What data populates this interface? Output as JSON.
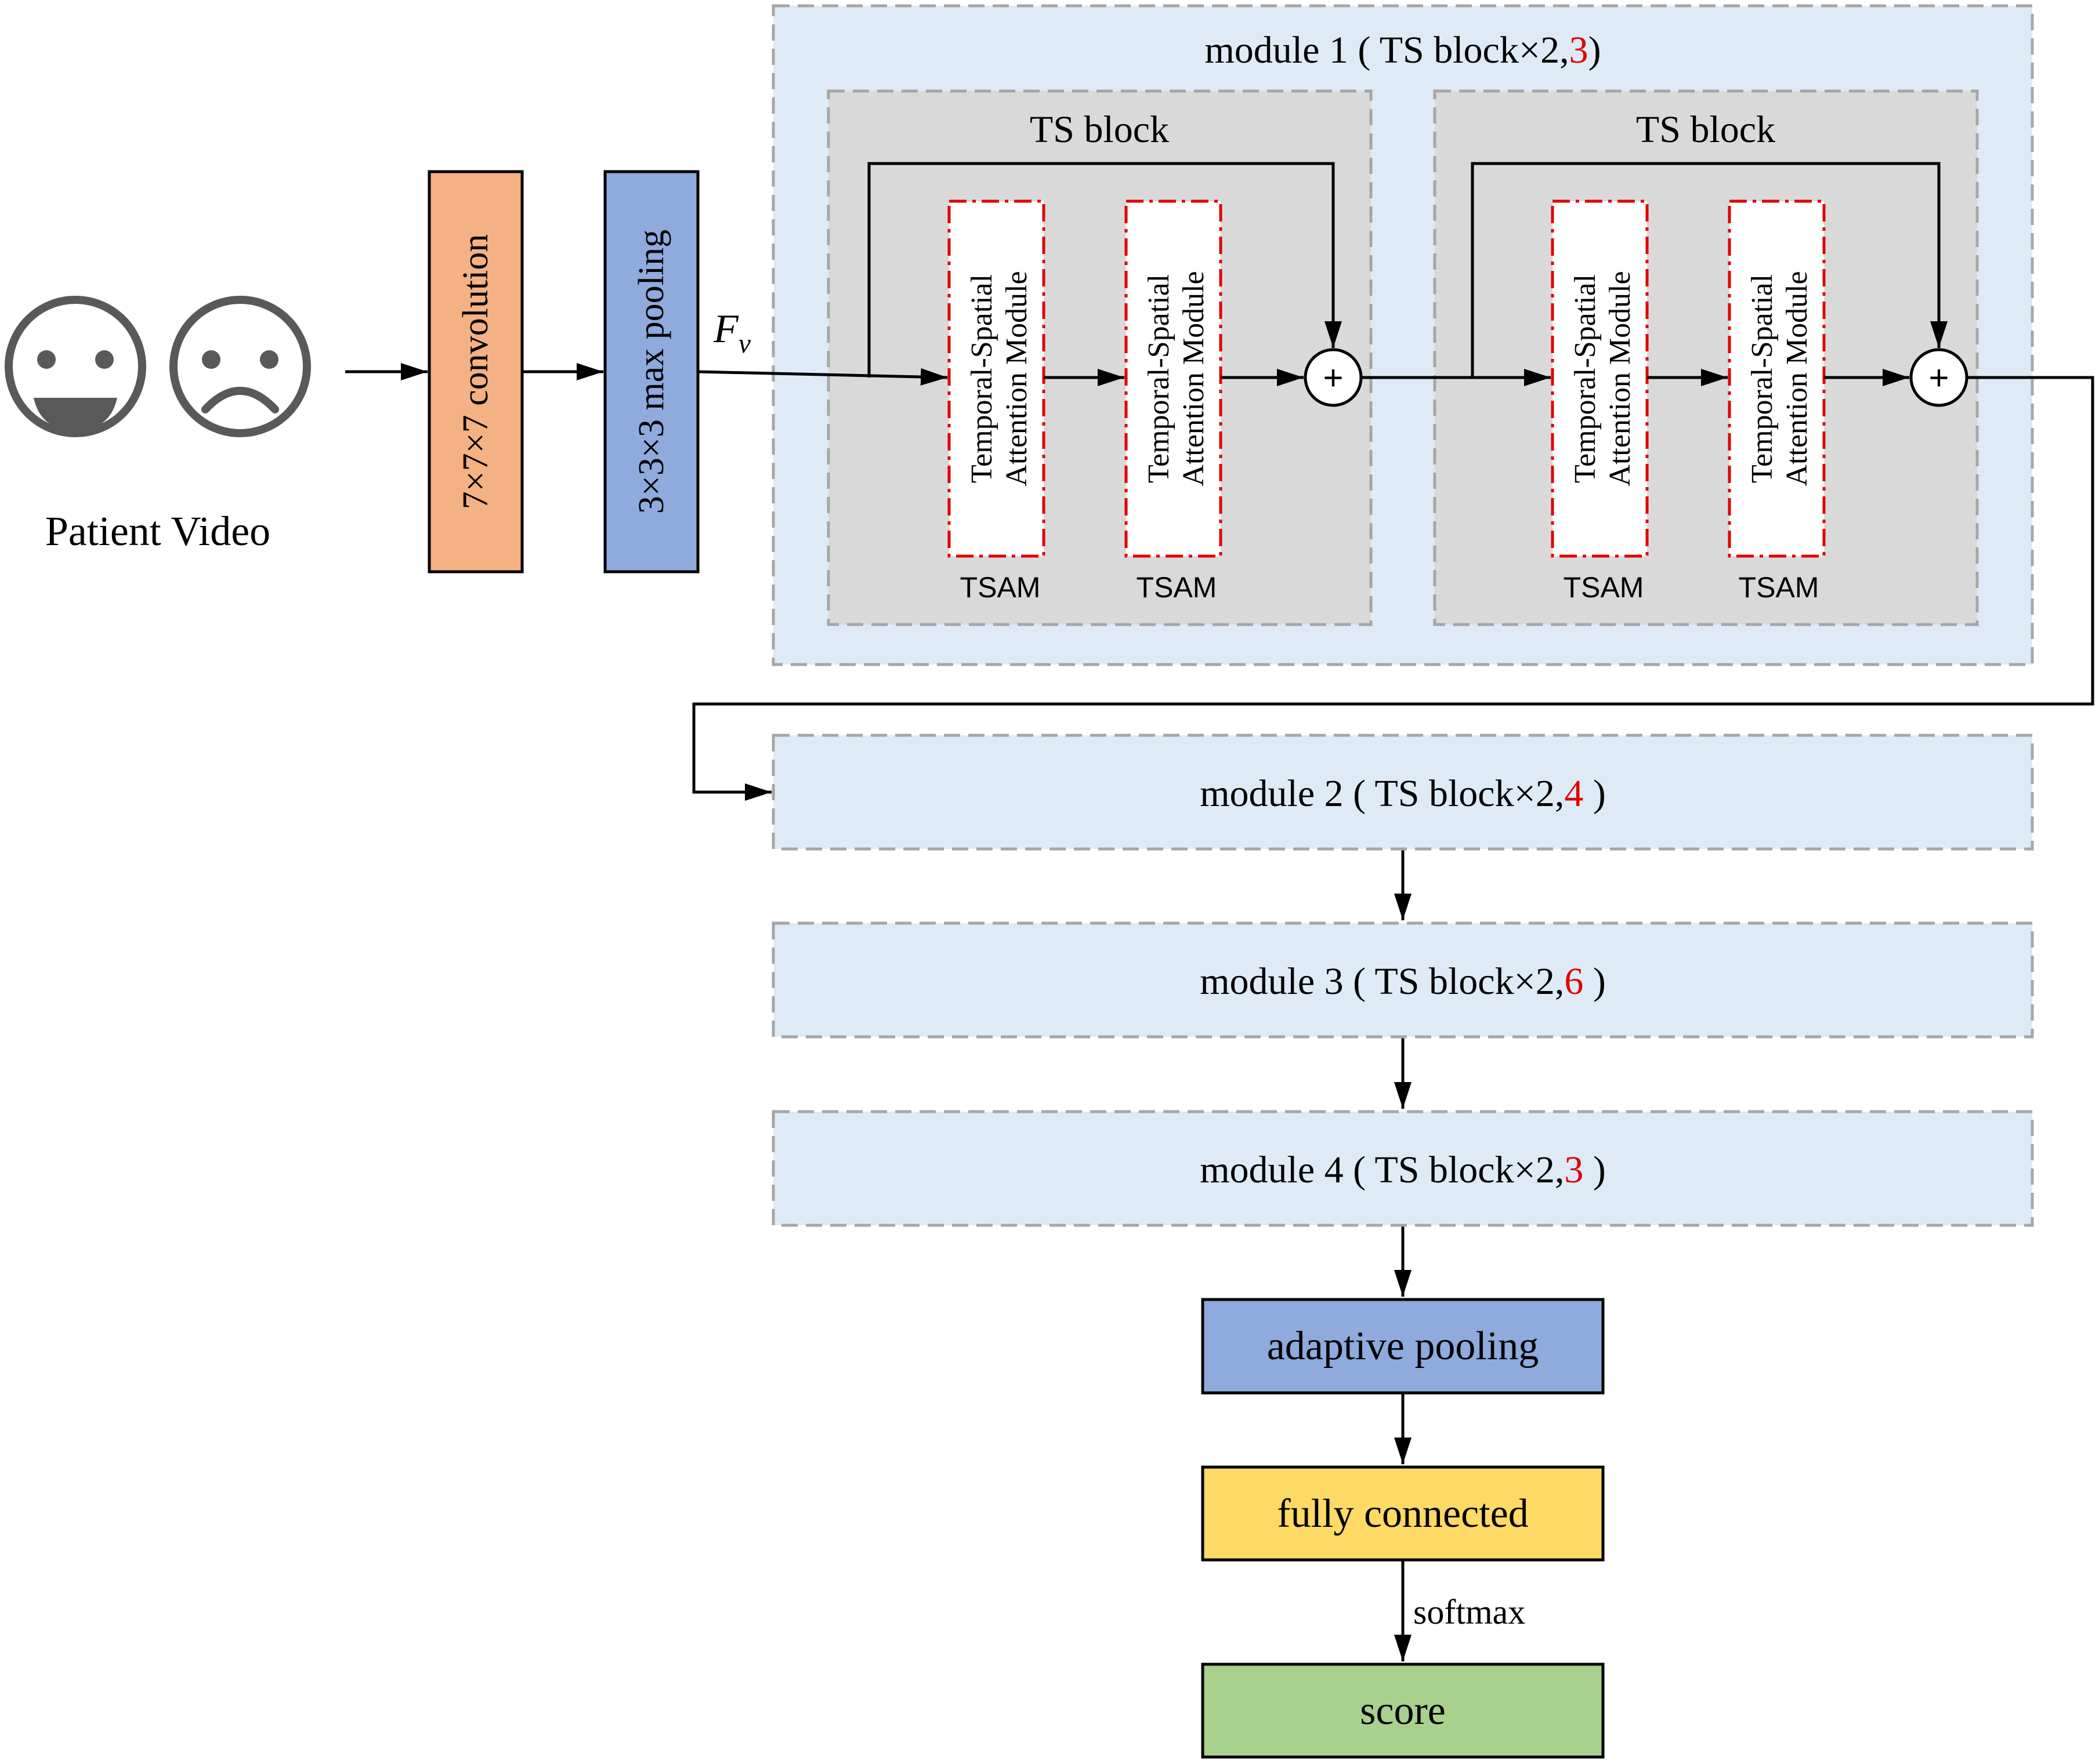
{
  "input": {
    "label": "Patient Video"
  },
  "conv": {
    "label": "7×7×7 convolution"
  },
  "maxpool": {
    "label": "3×3×3 max pooling"
  },
  "feature": {
    "symbol": "F",
    "subscript": "v"
  },
  "module1": {
    "prefix": "module 1 ( TS block×2,",
    "count": "3",
    "suffix": ")",
    "blocks": [
      {
        "title": "TS block",
        "tsam": [
          {
            "line1": "Temporal-Spatial",
            "line2": "Attention Module",
            "caption": "TSAM"
          },
          {
            "line1": "Temporal-Spatial",
            "line2": "Attention Module",
            "caption": "TSAM"
          }
        ]
      },
      {
        "title": "TS block",
        "tsam": [
          {
            "line1": "Temporal-Spatial",
            "line2": "Attention Module",
            "caption": "TSAM"
          },
          {
            "line1": "Temporal-Spatial",
            "line2": "Attention Module",
            "caption": "TSAM"
          }
        ]
      }
    ]
  },
  "plus_symbol": "+",
  "modules": [
    {
      "prefix": "module 2 ( TS block×2,",
      "count": "4",
      "suffix": " )"
    },
    {
      "prefix": "module 3 ( TS block×2,",
      "count": "6",
      "suffix": " )"
    },
    {
      "prefix": "module 4 ( TS block×2,",
      "count": "3",
      "suffix": " )"
    }
  ],
  "adaptive_pool": {
    "label": "adaptive pooling"
  },
  "fc": {
    "label": "fully connected"
  },
  "softmax": {
    "label": "softmax"
  },
  "score": {
    "label": "score"
  },
  "colors": {
    "conv": "#F4B183",
    "pool": "#8FAADC",
    "fc": "#FFD966",
    "score": "#A9D18E",
    "module_bg": "#DEEBF7",
    "block_bg": "#D9D9D9",
    "accent_red": "#E00000",
    "icon": "#595959"
  }
}
